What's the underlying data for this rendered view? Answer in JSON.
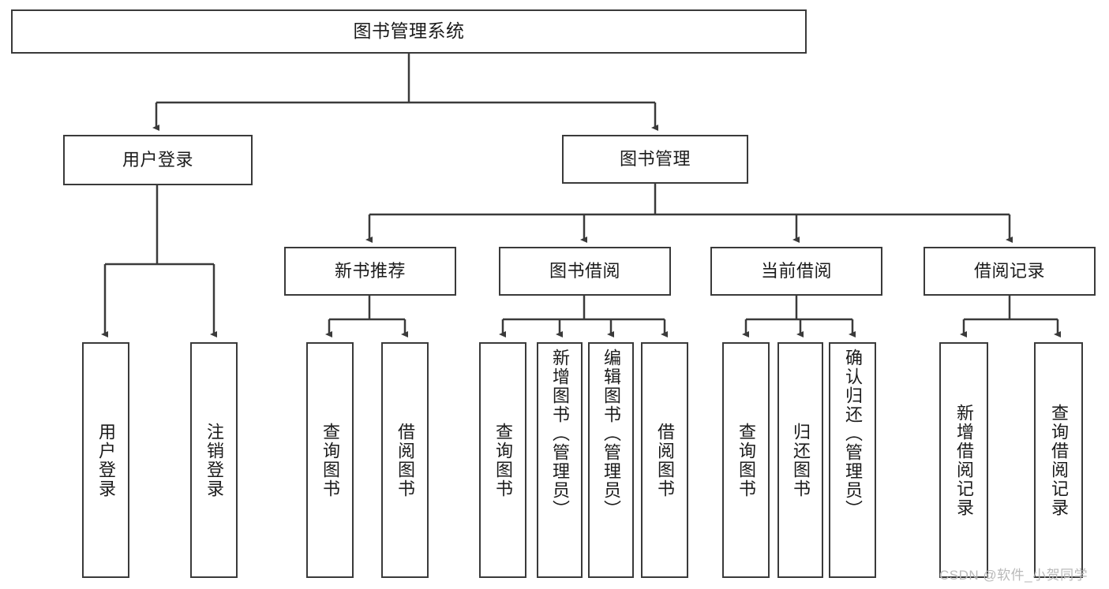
{
  "diagram": {
    "type": "tree-hierarchy",
    "title": "图书管理系统",
    "watermark": "CSDN @软件_小贺同学",
    "colors": {
      "stroke": "#3a3a3a",
      "fill": "#ffffff",
      "text": "#1b1b1b",
      "watermark": "#b9b9b9"
    },
    "nodes": {
      "root": {
        "label": "图书管理系统"
      },
      "level2": [
        {
          "label": "用户登录"
        },
        {
          "label": "图书管理"
        }
      ],
      "level3": [
        {
          "label": "新书推荐"
        },
        {
          "label": "图书借阅"
        },
        {
          "label": "当前借阅"
        },
        {
          "label": "借阅记录"
        }
      ],
      "leaves": {
        "user_login": [
          {
            "label": "用户登录"
          },
          {
            "label": "注销登录"
          }
        ],
        "new_book_recommend": [
          {
            "label": "查询图书"
          },
          {
            "label": "借阅图书"
          }
        ],
        "book_borrow": [
          {
            "label": "查询图书"
          },
          {
            "label": "新增图书（管理员）"
          },
          {
            "label": "编辑图书（管理员）"
          },
          {
            "label": "借阅图书"
          }
        ],
        "current_borrow": [
          {
            "label": "查询图书"
          },
          {
            "label": "归还图书"
          },
          {
            "label": "确认归还（管理员）"
          }
        ],
        "borrow_record": [
          {
            "label": "新增借阅记录"
          },
          {
            "label": "查询借阅记录"
          }
        ]
      }
    }
  }
}
